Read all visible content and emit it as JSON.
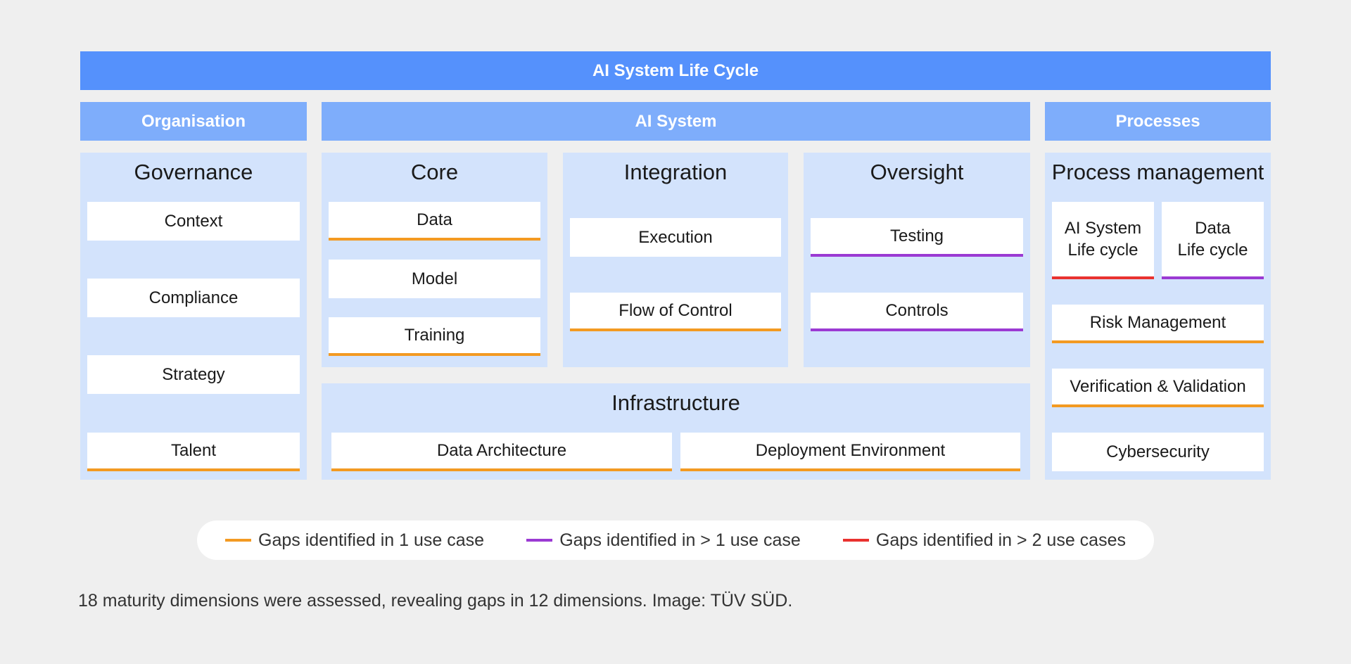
{
  "header": {
    "title": "AI System Life Cycle"
  },
  "columns": {
    "organisation": "Organisation",
    "ai_system": "AI System",
    "processes": "Processes"
  },
  "governance": {
    "title": "Governance",
    "items": [
      "Context",
      "Compliance",
      "Strategy",
      "Talent"
    ]
  },
  "core": {
    "title": "Core",
    "items": [
      "Data",
      "Model",
      "Training"
    ]
  },
  "integration": {
    "title": "Integration",
    "items": [
      "Execution",
      "Flow of Control"
    ]
  },
  "oversight": {
    "title": "Oversight",
    "items": [
      "Testing",
      "Controls"
    ]
  },
  "infrastructure": {
    "title": "Infrastructure",
    "items": [
      "Data Architecture",
      "Deployment Environment"
    ]
  },
  "process_management": {
    "title": "Process management",
    "items": [
      {
        "line1": "AI System",
        "line2": "Life cycle"
      },
      {
        "line1": "Data",
        "line2": "Life cycle"
      },
      {
        "label": "Risk Management"
      },
      {
        "label": "Verification & Validation"
      },
      {
        "label": "Cybersecurity"
      }
    ]
  },
  "legend": [
    {
      "label": "Gaps identified in 1 use case",
      "color": "#f39a22"
    },
    {
      "label": "Gaps identified in > 1 use case",
      "color": "#9b3ad3"
    },
    {
      "label": "Gaps identified in > 2 use cases",
      "color": "#e9322f"
    }
  ],
  "colors": {
    "orange": "#f39a22",
    "purple": "#9b3ad3",
    "red": "#e9322f",
    "accent": "#5591fc",
    "panel": "#d3e3fc"
  },
  "caption": "18 maturity dimensions were assessed, revealing gaps in 12 dimensions. Image: TÜV SÜD."
}
